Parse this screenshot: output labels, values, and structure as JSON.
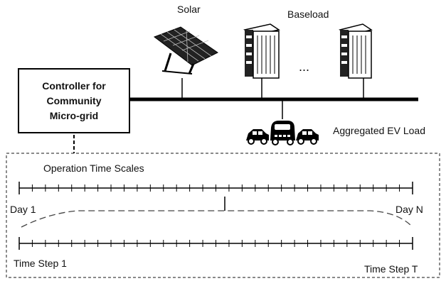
{
  "labels": {
    "solar": "Solar",
    "baseload": "Baseload",
    "ellipsis": "...",
    "ev_load": "Aggregated EV Load",
    "time_scales": "Operation Time Scales",
    "day_start": "Day 1",
    "day_end": "Day N",
    "step_start": "Time Step 1",
    "step_end": "Time Step T"
  },
  "controller": {
    "line1": "Controller for",
    "line2": "Community",
    "line3": "Micro-grid"
  },
  "icons": [
    "solar-panel-icon",
    "building-icon",
    "car-icon",
    "truck-icon"
  ],
  "colors": {
    "stroke": "#000000",
    "background": "#ffffff"
  }
}
